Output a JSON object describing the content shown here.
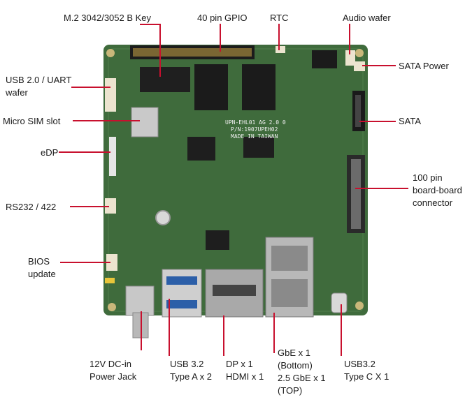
{
  "labels": {
    "m2": "M.2 3042/3052 B Key",
    "gpio": "40 pin GPIO",
    "rtc": "RTC",
    "audio": "Audio wafer",
    "usb_uart": "USB 2.0 / UART\nwafer",
    "sata_power": "SATA Power",
    "micro_sim": "Micro SIM slot",
    "sata": "SATA",
    "edp": "eDP",
    "bb_connector": "100 pin\nboard-board\nconnector",
    "rs232": "RS232 / 422",
    "bios": "BIOS\nupdate",
    "dc_in": "12V DC-in\nPower Jack",
    "usb32a": "USB 3.2\nType A x 2",
    "dp_hdmi": "DP x 1\nHDMI x 1",
    "gbe": "GbE x 1\n(Bottom)\n2.5 GbE x 1\n(TOP)",
    "usbc": "USB3.2\nType C X 1"
  },
  "board_text": {
    "model": "UPN-EHL01 AG 2.0 0",
    "pn": "P/N:1907UPEH02",
    "origin": "MADE IN TAIWAN"
  },
  "colors": {
    "pcb": "#3f6b3c",
    "leader": "#c8102e",
    "text": "#1a1a1a"
  }
}
